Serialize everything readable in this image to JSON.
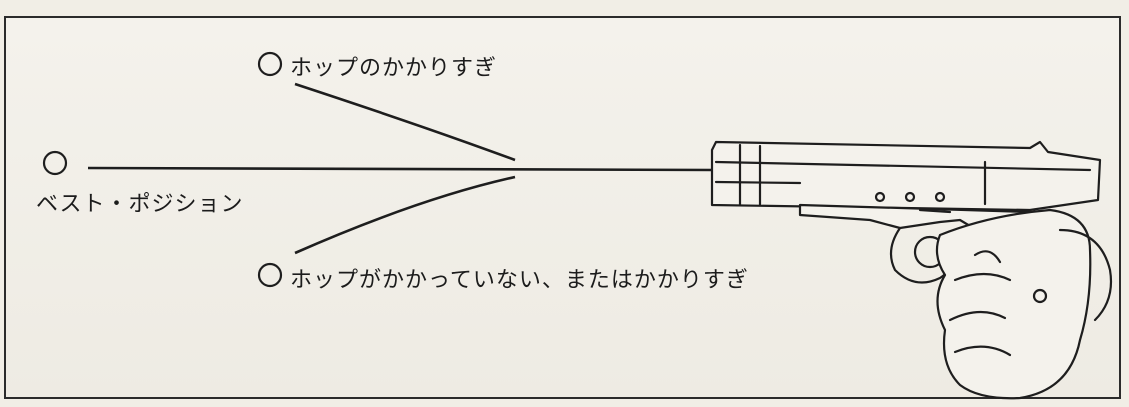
{
  "labels": {
    "top": "ホップのかかりすぎ",
    "left": "ベスト・ポジション",
    "bottom": "ホップがかかっていない、またはかかりすぎ"
  },
  "icons": [
    "target-circle-icon",
    "pistol-in-hand-icon"
  ],
  "colors": {
    "line": "#1e1e1e",
    "background": "#f1eee6"
  }
}
